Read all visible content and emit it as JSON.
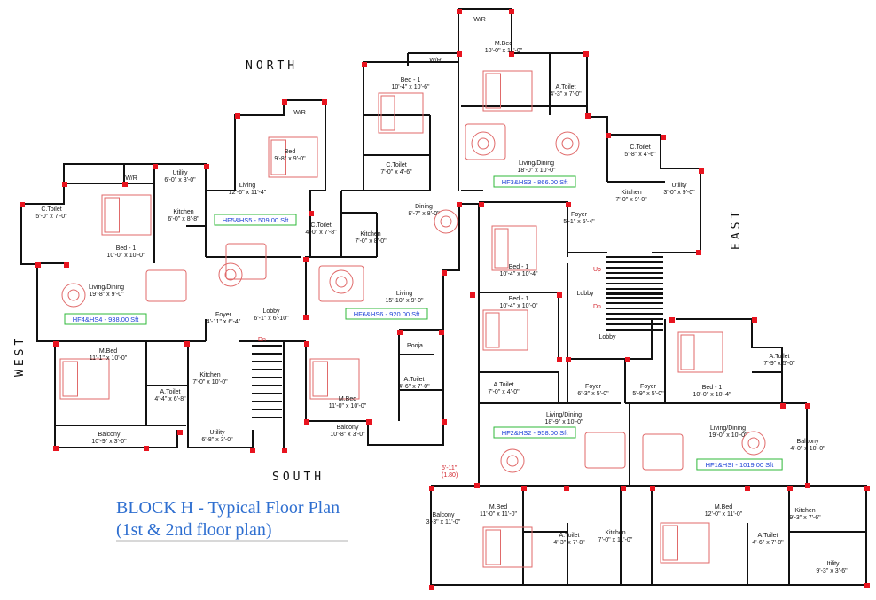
{
  "compass": {
    "north": "NORTH",
    "south": "SOUTH",
    "east": "EAST",
    "west": "WEST"
  },
  "title": {
    "line1": "BLOCK H - Typical Floor Plan",
    "line2": "(1st & 2nd floor plan)"
  },
  "units": [
    {
      "id": "hf5",
      "label": "HF5&HS5 - 509.00 Sft"
    },
    {
      "id": "hf4",
      "label": "HF4&HS4 - 938.00 Sft"
    },
    {
      "id": "hf6",
      "label": "HF6&HS6 - 920.00 Sft"
    },
    {
      "id": "hf3",
      "label": "HF3&HS3 - 866.00 Sft"
    },
    {
      "id": "hf2",
      "label": "HF2&HS2 - 958.00 Sft"
    },
    {
      "id": "hf1",
      "label": "HF1&HSI - 1019.00 Sft"
    }
  ],
  "rooms": [
    {
      "name": "W/R",
      "dim": ""
    },
    {
      "name": "Utility",
      "dim": "6'-0\" x 3'-0\""
    },
    {
      "name": "C.Toilet",
      "dim": "5'-0\" x 7'-0\""
    },
    {
      "name": "Bed - 1",
      "dim": "10'-0\" x 10'-0\""
    },
    {
      "name": "Kitchen",
      "dim": "6'-0\" x 8'-8\""
    },
    {
      "name": "Living/Dining",
      "dim": "19'-8\" x 9'-0\""
    },
    {
      "name": "W/R",
      "dim": ""
    },
    {
      "name": "Bed",
      "dim": "9'-8\" x 9'-0\""
    },
    {
      "name": "Living",
      "dim": "12'-6\" x 11'-4\""
    },
    {
      "name": "C.Toilet",
      "dim": "4'-0\" x 7'-8\""
    },
    {
      "name": "W/R",
      "dim": ""
    },
    {
      "name": "Bed - 1",
      "dim": "10'-4\" x 10'-6\""
    },
    {
      "name": "C.Toilet",
      "dim": "7'-0\" x 4'-6\""
    },
    {
      "name": "Dining",
      "dim": "8'-7\" x 8'-0\""
    },
    {
      "name": "Kitchen",
      "dim": "7'-0\" x 8'-0\""
    },
    {
      "name": "Living",
      "dim": "15'-10\" x 9'-0\""
    },
    {
      "name": "Lobby",
      "dim": "6'-1\" x 6'-10\""
    },
    {
      "name": "Foyer",
      "dim": "4'-11\" x 6'-4\""
    },
    {
      "name": "M.Bed",
      "dim": "11'-1\" x 10'-0\""
    },
    {
      "name": "Kitchen",
      "dim": "7'-0\" x 10'-0\""
    },
    {
      "name": "A.Toilet",
      "dim": "4'-4\" x 6'-8\""
    },
    {
      "name": "Balcony",
      "dim": "10'-9\" x 3'-0\""
    },
    {
      "name": "Utility",
      "dim": "6'-8\" x 3'-0\""
    },
    {
      "name": "Pooja",
      "dim": ""
    },
    {
      "name": "A.Toilet",
      "dim": "4'-6\" x 7'-0\""
    },
    {
      "name": "M.Bed",
      "dim": "11'-0\" x 10'-0\""
    },
    {
      "name": "Balcony",
      "dim": "10'-8\" x 3'-0\""
    },
    {
      "name": "W/R",
      "dim": ""
    },
    {
      "name": "M.Bed",
      "dim": "10'-0\" x 11'-0\""
    },
    {
      "name": "A.Toilet",
      "dim": "4'-3\" x 7'-0\""
    },
    {
      "name": "Living/Dining",
      "dim": "18'-0\" x 10'-0\""
    },
    {
      "name": "C.Toilet",
      "dim": "5'-8\" x 4'-6\""
    },
    {
      "name": "Kitchen",
      "dim": "7'-0\" x 9'-0\""
    },
    {
      "name": "Utility",
      "dim": "3'-0\" x 9'-0\""
    },
    {
      "name": "Foyer",
      "dim": "5'-1\" x 5'-4\""
    },
    {
      "name": "Bed - 1",
      "dim": "10'-4\" x 10'-4\""
    },
    {
      "name": "Lobby",
      "dim": ""
    },
    {
      "name": "Bed - 1",
      "dim": "10'-4\" x 10'-0\""
    },
    {
      "name": "Lobby",
      "dim": ""
    },
    {
      "name": "A.Toilet",
      "dim": "7'-0\" x 4'-0\""
    },
    {
      "name": "Foyer",
      "dim": "6'-3\" x 5'-0\""
    },
    {
      "name": "Foyer",
      "dim": "5'-9\" x 5'-0\""
    },
    {
      "name": "Bed - 1",
      "dim": "10'-0\" x 10'-4\""
    },
    {
      "name": "A.Toilet",
      "dim": "7'-9\" x 5'-0\""
    },
    {
      "name": "Living/Dining",
      "dim": "18'-9\" x 10'-0\""
    },
    {
      "name": "Living/Dining",
      "dim": "19'-0\" x 10'-0\""
    },
    {
      "name": "Balcony",
      "dim": "4'-0\" x 10'-0\""
    },
    {
      "name": "Balcony",
      "dim": "3'-3\" x 11'-0\""
    },
    {
      "name": "M.Bed",
      "dim": "11'-0\" x 11'-0\""
    },
    {
      "name": "Kitchen",
      "dim": "7'-0\" x 11'-0\""
    },
    {
      "name": "A.Toilet",
      "dim": "4'-3\" x 7'-8\""
    },
    {
      "name": "M.Bed",
      "dim": "12'-0\" x 11'-0\""
    },
    {
      "name": "A.Toilet",
      "dim": "4'-6\" x 7'-8\""
    },
    {
      "name": "Kitchen",
      "dim": "9'-3\" x 7'-6\""
    },
    {
      "name": "Utility",
      "dim": "9'-3\" x 3'-6\""
    }
  ],
  "notes": {
    "passage_width": "5'-11\"",
    "passage_width_m": "(1.80)"
  },
  "stair": {
    "up": "Up",
    "down": "Dn",
    "down2": "Dn"
  },
  "colors": {
    "wall": "#111111",
    "furniture": "#e06a6a",
    "column": "#e8141f",
    "unit_label": "#1a3fd6",
    "title": "#2f6fd0",
    "area_box": "#2fb83a"
  }
}
